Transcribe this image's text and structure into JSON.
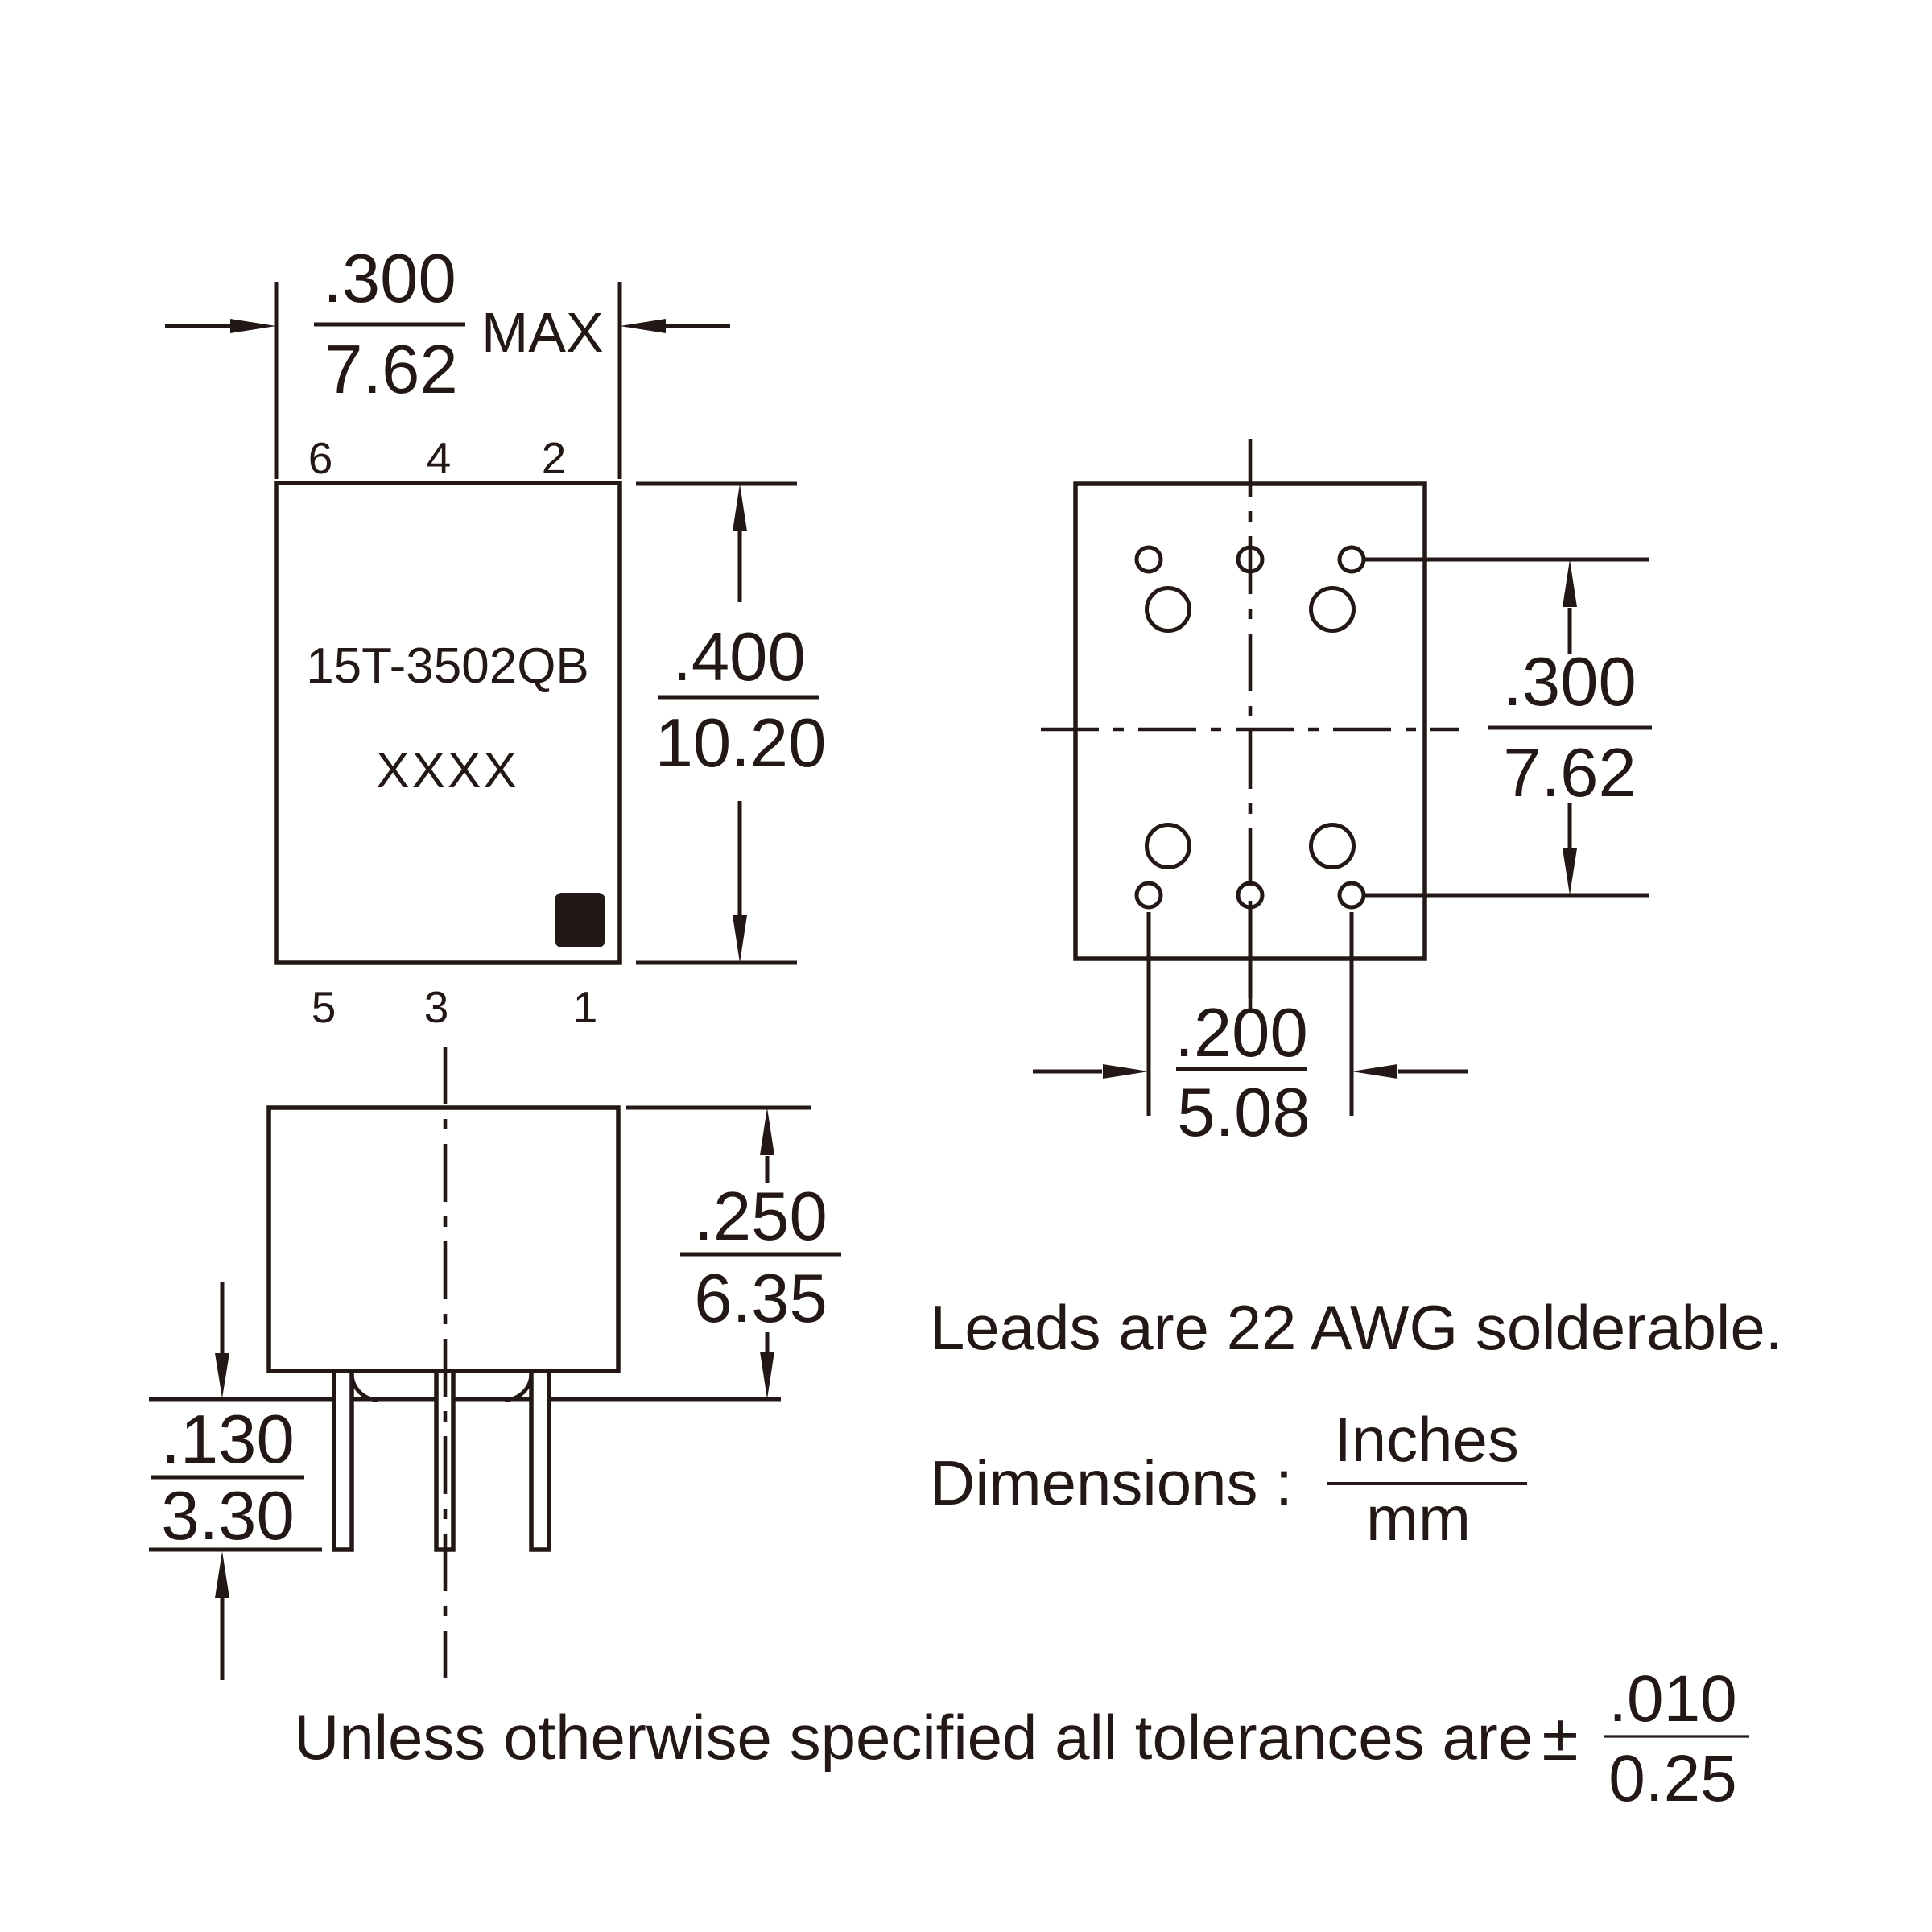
{
  "part": {
    "number": "15T-3502QB",
    "marking": "XXXX"
  },
  "front": {
    "pins_top": [
      "6",
      "4",
      "2"
    ],
    "pins_bottom": [
      "5",
      "3",
      "1"
    ],
    "width": {
      "in": ".300",
      "mm": "7.62",
      "qualifier": "MAX"
    },
    "height": {
      "in": ".400",
      "mm": "10.20"
    }
  },
  "bottom": {
    "row_pitch": {
      "in": ".300",
      "mm": "7.62"
    },
    "column_pitch": {
      "in": ".200",
      "mm": "5.08"
    }
  },
  "side": {
    "body_height": {
      "in": ".250",
      "mm": "6.35"
    },
    "lead_length": {
      "in": ".130",
      "mm": "3.30"
    }
  },
  "notes": {
    "leads": "Leads are 22 AWG solderable.",
    "dimensions_label": "Dimensions :",
    "units_numerator": "Inches",
    "units_denominator": "mm",
    "tolerance_text": "Unless otherwise specified all tolerances are",
    "plus_minus": "±",
    "tolerance": {
      "in": ".010",
      "mm": "0.25"
    }
  },
  "colors": {
    "ink": "#231815",
    "background": "#ffffff"
  }
}
